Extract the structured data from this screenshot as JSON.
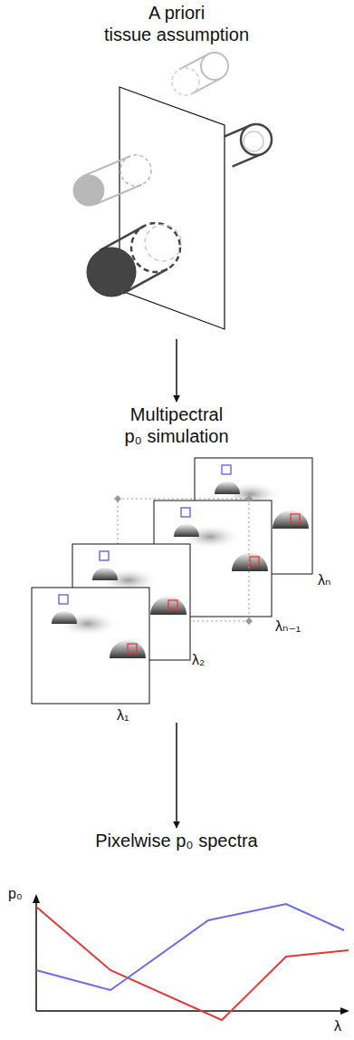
{
  "diagram": {
    "nodes": [
      {
        "text": [
          "A priori tissue assumption"
        ]
      },
      {
        "text": [
          "Multipectral p₀ simulation"
        ]
      },
      {
        "text": [
          "Pixelwise p₀ spectra"
        ]
      }
    ],
    "edges": [
      {
        "from": 0,
        "to": 1,
        "arrow": "to"
      },
      {
        "from": 1,
        "to": 2,
        "arrow": "to"
      }
    ],
    "labels": [
      "λ₁",
      "λ₂",
      "λₙ₋₁",
      "λₙ",
      "p₀",
      "λ"
    ]
  }
}
